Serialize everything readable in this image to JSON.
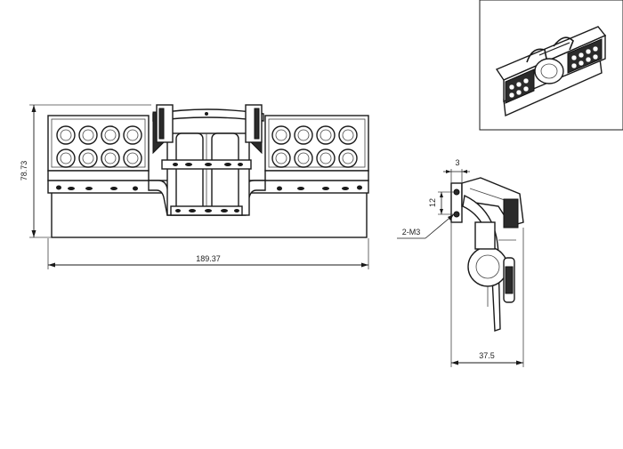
{
  "dimensions": {
    "front_height": "78.73",
    "front_width": "189.37",
    "side_offset": "3",
    "side_hole_spacing": "12",
    "side_thread": "2-M3",
    "side_depth": "37.5"
  },
  "colors": {
    "line": "#1a1a1a",
    "dark_fill": "#2b2b2b",
    "background": "#ffffff"
  }
}
